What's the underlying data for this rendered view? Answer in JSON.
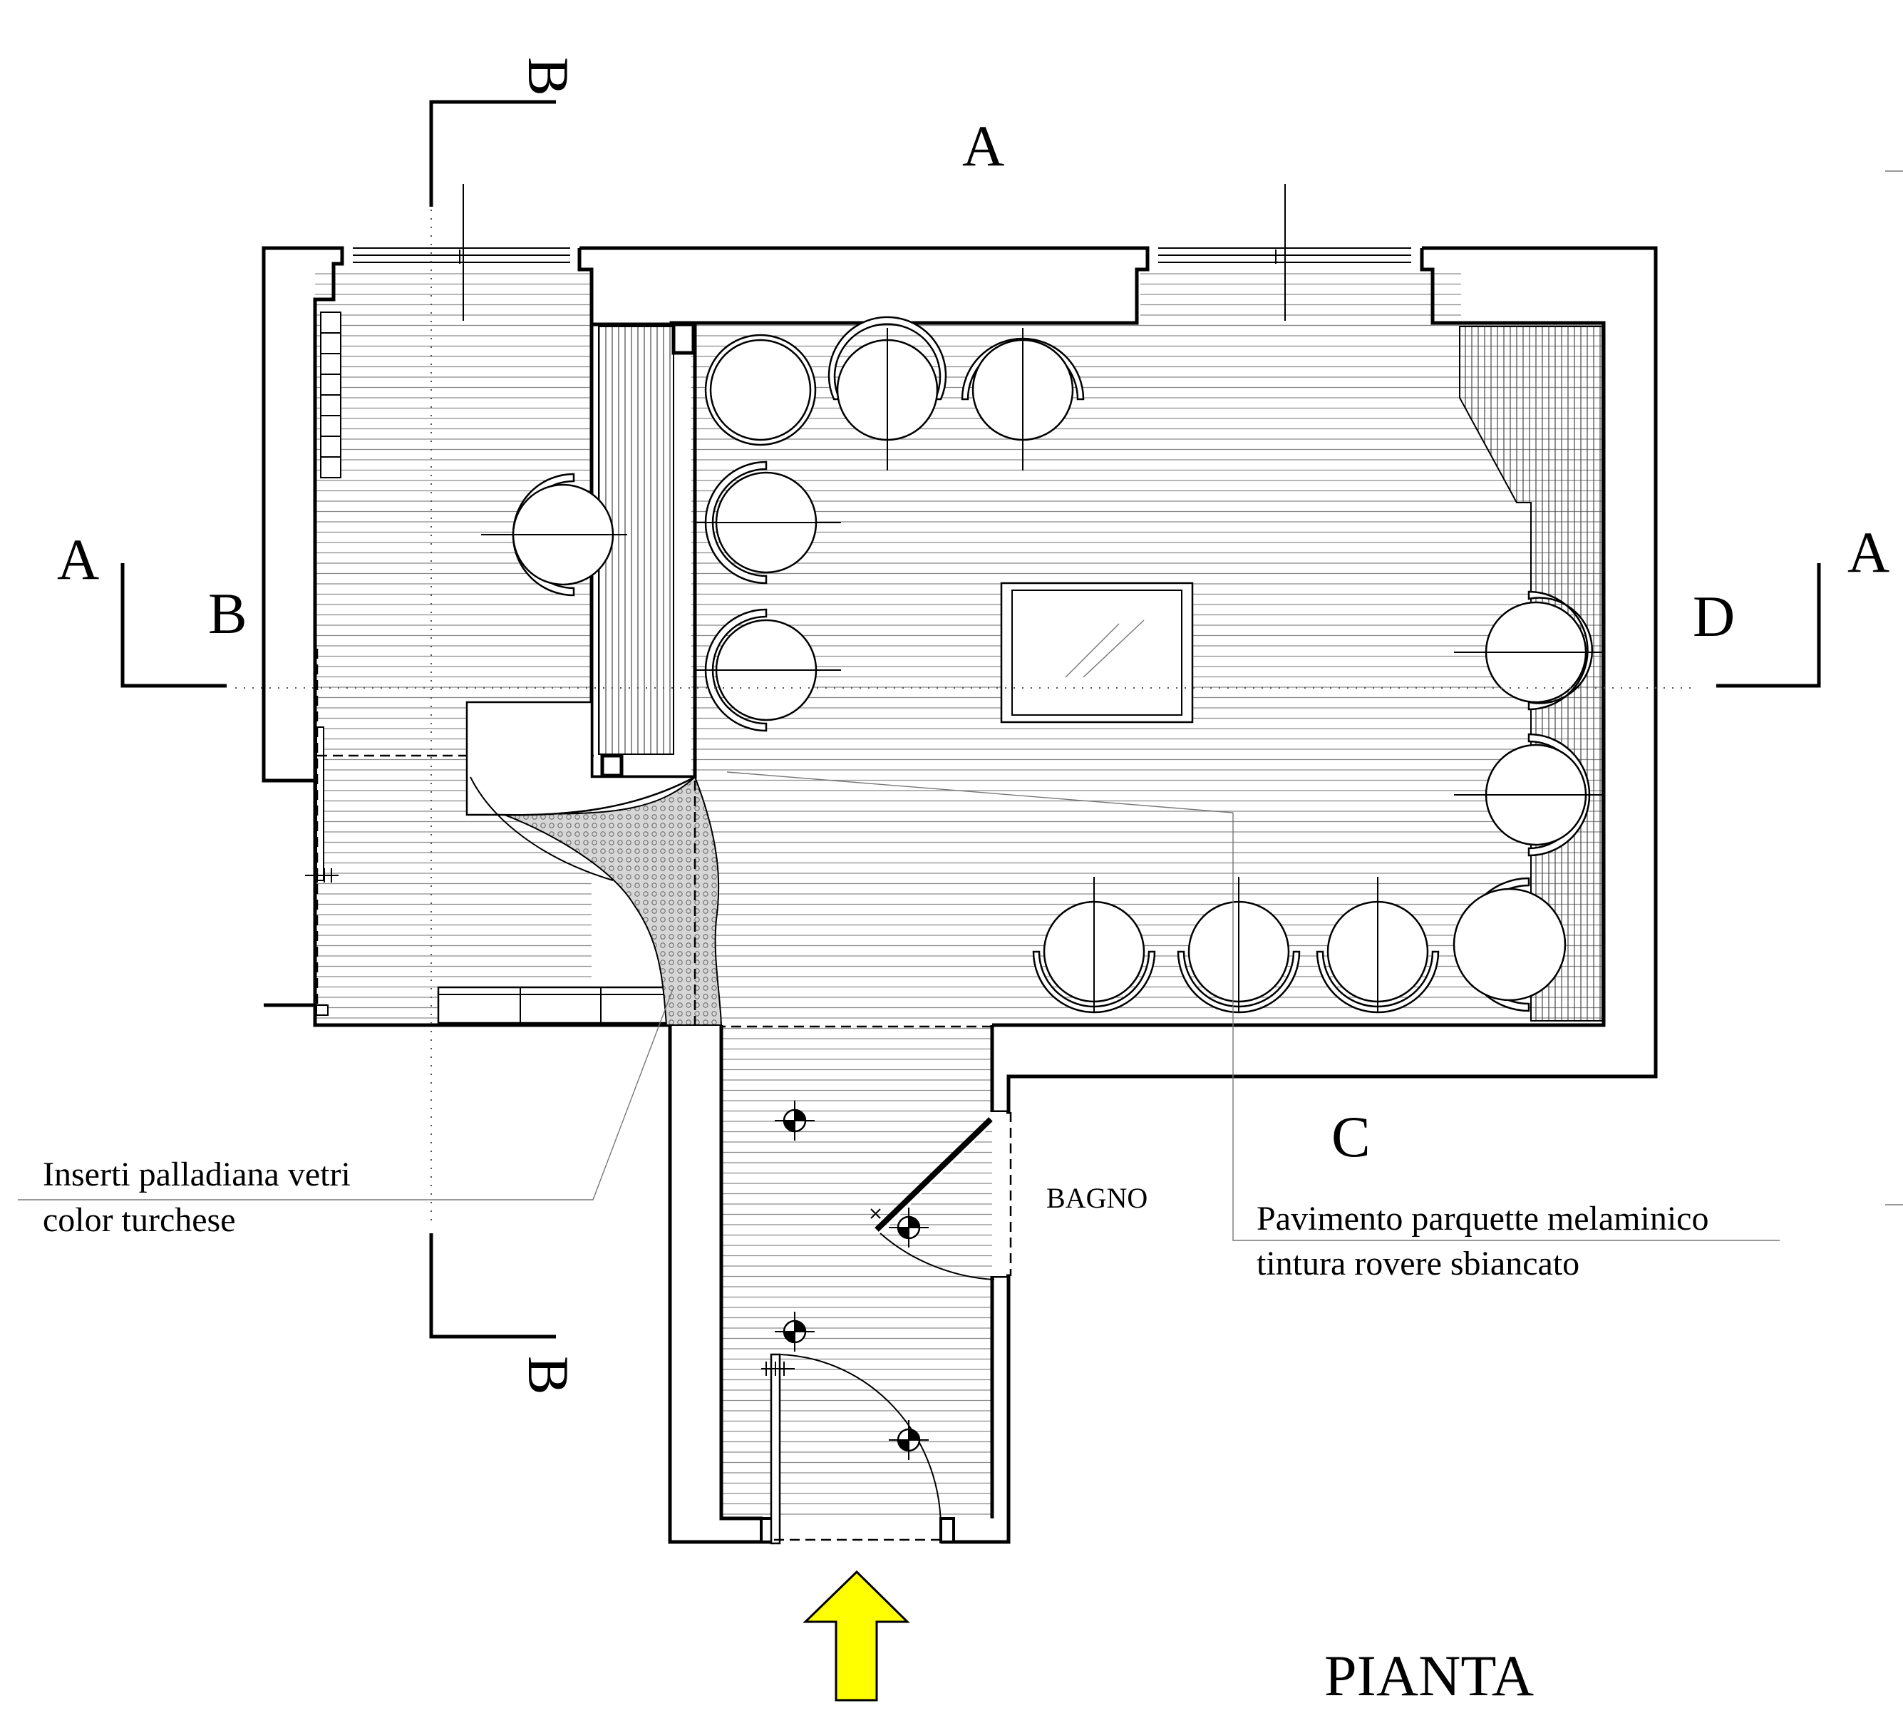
{
  "labels": {
    "section_a_top": "A",
    "section_a_left": "A",
    "section_a_right": "A",
    "section_b_top": "B",
    "section_b_bottom": "B",
    "wall_b": "B",
    "wall_c": "C",
    "wall_d": "D",
    "bagno": "BAGNO",
    "note_glass_line1": "Inserti palladiana  vetri",
    "note_glass_line2": "color turchese",
    "note_floor_line1": "Pavimento parquette melaminico",
    "note_floor_line2": "tintura rovere sbiancato",
    "title": "PIANTA"
  },
  "colors": {
    "line": "#000000",
    "floor_hatch": "#8a8a8a",
    "mosaic": "#c4c4c4",
    "entrance_arrow": "#ffff00"
  },
  "icons": {
    "entrance": "arrow-up-icon",
    "light": "ceiling-light-icon"
  }
}
